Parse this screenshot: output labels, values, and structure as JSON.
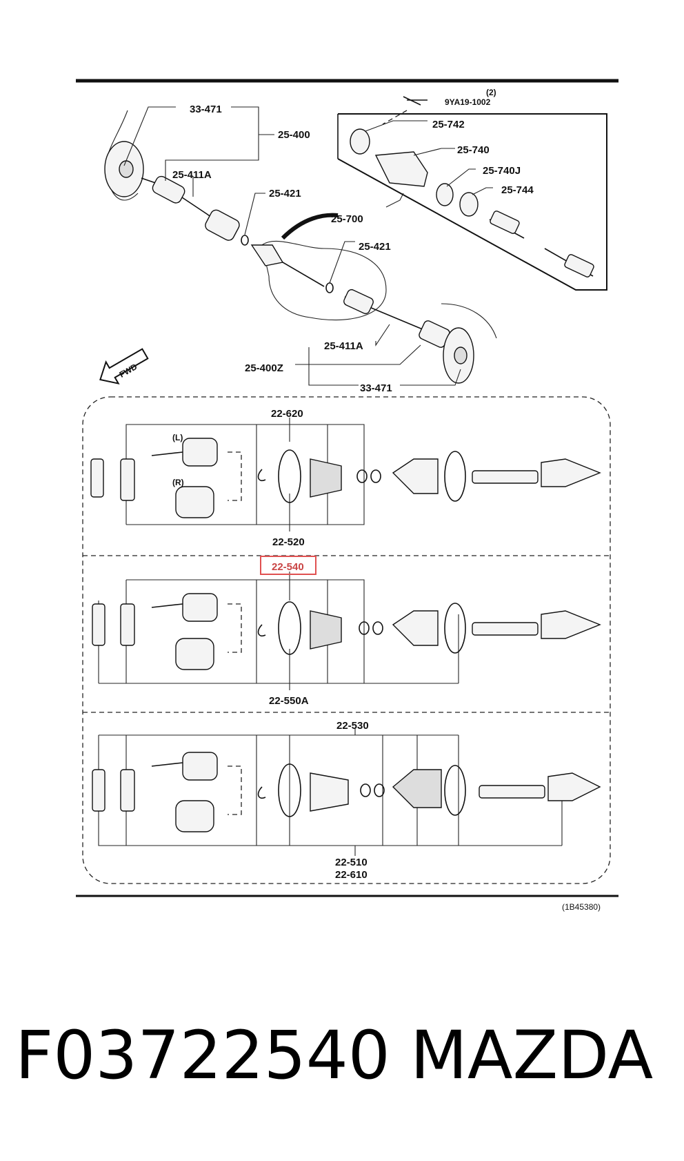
{
  "diagram": {
    "labels": {
      "l_33471_top": "33-471",
      "l_25400": "25-400",
      "l_25411A_top": "25-411A",
      "l_25421_a": "25-421",
      "l_25421_b": "25-421",
      "l_9ya": "9YA19-1002",
      "l_qty": "(2)",
      "l_25742": "25-742",
      "l_25740": "25-740",
      "l_25740J": "25-740J",
      "l_25744": "25-744",
      "l_25700": "25-700",
      "l_25411A_bot": "25-411A",
      "l_25400Z": "25-400Z",
      "l_33471_bot": "33-471",
      "l_fwd": "FWD",
      "l_22620": "22-620",
      "l_L": "(L)",
      "l_R": "(R)",
      "l_22520": "22-520",
      "l_22540": "22-540",
      "l_22550A": "22-550A",
      "l_22530": "22-530",
      "l_22510": "22-510",
      "l_22610": "22-610",
      "l_ref": "(1B45380)"
    },
    "highlight_color": "#e05050"
  },
  "caption": {
    "part_number": "F03722540",
    "brand": "MAZDA"
  }
}
